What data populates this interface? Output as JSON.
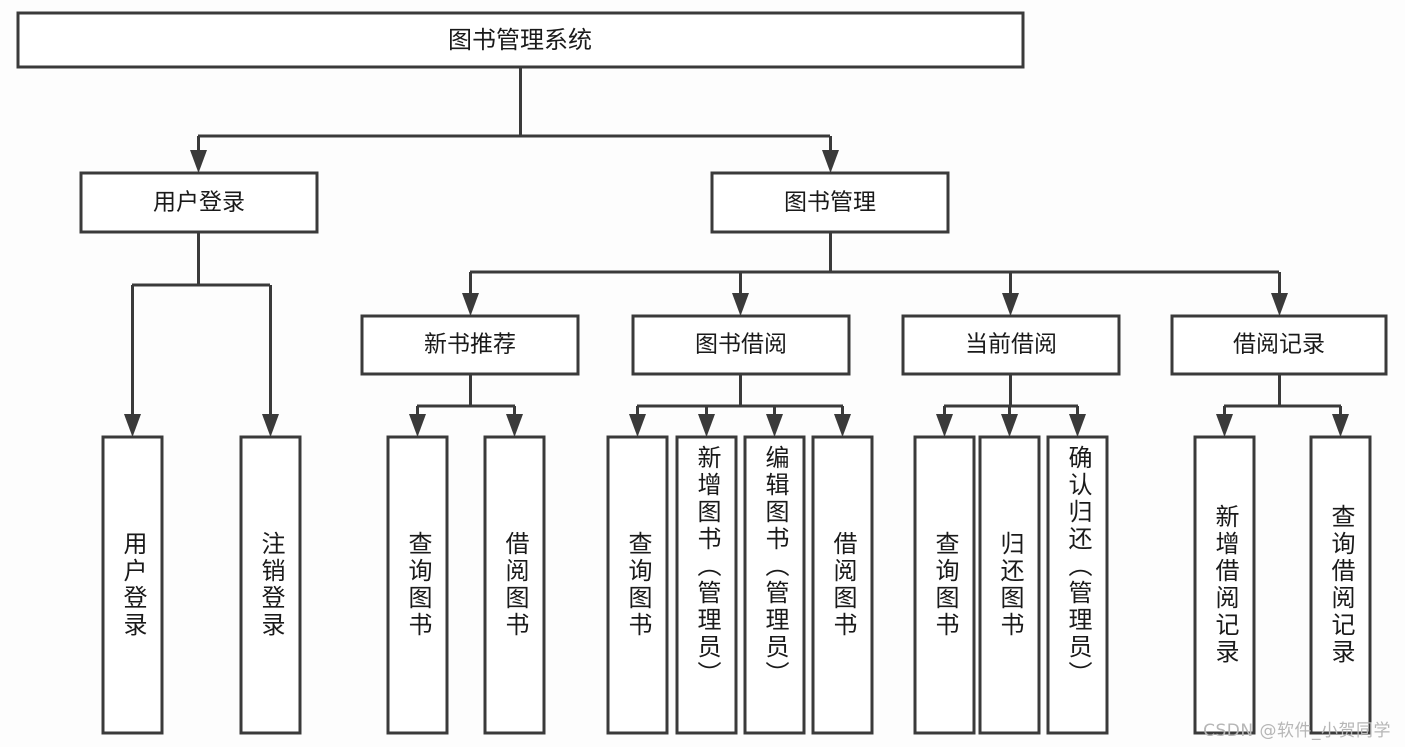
{
  "diagram": {
    "title": "图书管理系统",
    "type": "hierarchy-tree",
    "watermark": "CSDN @软件_小贺同学",
    "colors": {
      "background": "#fdfdfd",
      "box_fill": "#ffffff",
      "stroke": "#3a3a3a",
      "text": "#1a1a1a",
      "watermark": "#b6b6b6"
    },
    "levels": {
      "root": {
        "label": "图书管理系统"
      },
      "level2": [
        {
          "label": "用户登录"
        },
        {
          "label": "图书管理"
        }
      ],
      "level3": [
        {
          "label": "新书推荐"
        },
        {
          "label": "图书借阅"
        },
        {
          "label": "当前借阅"
        },
        {
          "label": "借阅记录"
        }
      ],
      "leaves": [
        {
          "label": "用户登录",
          "parent": "用户登录"
        },
        {
          "label": "注销登录",
          "parent": "用户登录"
        },
        {
          "label": "查询图书",
          "parent": "新书推荐"
        },
        {
          "label": "借阅图书",
          "parent": "新书推荐"
        },
        {
          "label": "查询图书",
          "parent": "图书借阅"
        },
        {
          "label": "新增图书（管理员）",
          "parent": "图书借阅"
        },
        {
          "label": "编辑图书（管理员）",
          "parent": "图书借阅"
        },
        {
          "label": "借阅图书",
          "parent": "图书借阅"
        },
        {
          "label": "查询图书",
          "parent": "当前借阅"
        },
        {
          "label": "归还图书",
          "parent": "当前借阅"
        },
        {
          "label": "确认归还（管理员）",
          "parent": "当前借阅"
        },
        {
          "label": "新增借阅记录",
          "parent": "借阅记录"
        },
        {
          "label": "查询借阅记录",
          "parent": "借阅记录"
        }
      ]
    }
  }
}
